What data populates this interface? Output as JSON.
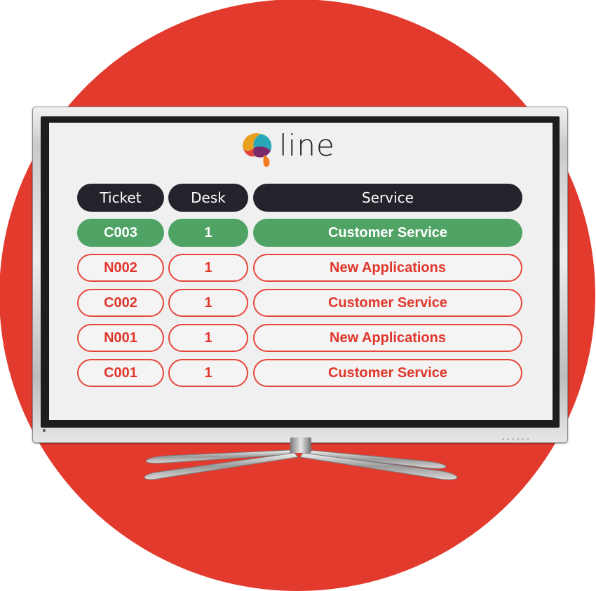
{
  "app": {
    "logo_text": "line"
  },
  "table": {
    "headers": {
      "ticket": "Ticket",
      "desk": "Desk",
      "service": "Service"
    },
    "current": {
      "ticket": "C003",
      "desk": "1",
      "service": "Customer Service"
    },
    "queue": [
      {
        "ticket": "N002",
        "desk": "1",
        "service": "New Applications"
      },
      {
        "ticket": "C002",
        "desk": "1",
        "service": "Customer Service"
      },
      {
        "ticket": "N001",
        "desk": "1",
        "service": "New Applications"
      },
      {
        "ticket": "C001",
        "desk": "1",
        "service": "Customer Service"
      }
    ]
  },
  "colors": {
    "background_circle": "#e23b2e",
    "header": "#23232b",
    "current": "#4fa364",
    "queued_text": "#e0372c"
  },
  "icons": {
    "logo": "qline-logo-icon"
  }
}
